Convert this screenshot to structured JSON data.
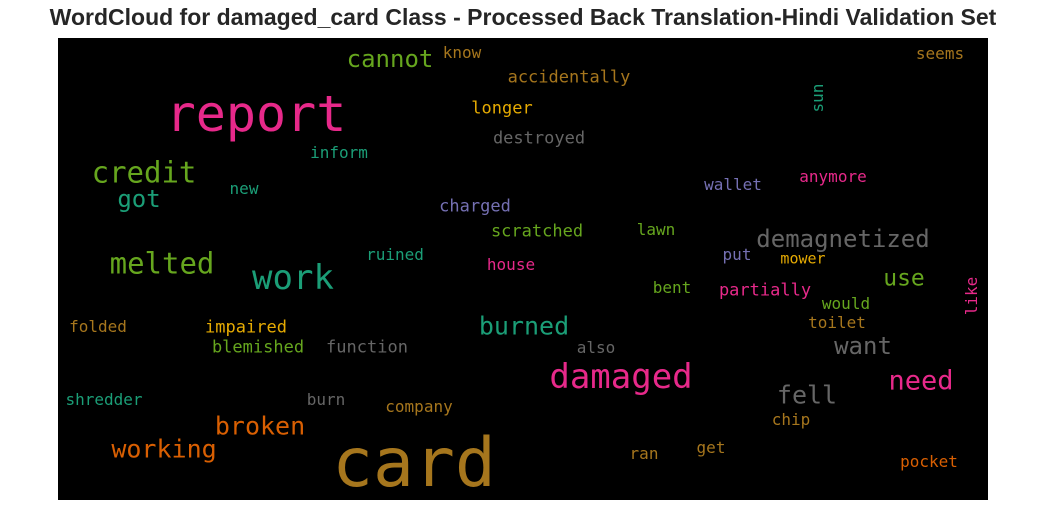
{
  "title": "WordCloud for damaged_card Class - Processed Back Translation-Hindi Validation Set",
  "chart_data": {
    "type": "wordcloud",
    "background": "#000000",
    "words": [
      {
        "text": "card",
        "color": "#a6761d",
        "weight": 1.0
      },
      {
        "text": "report",
        "color": "#e7298a",
        "weight": 0.74
      },
      {
        "text": "damaged",
        "color": "#e7298a",
        "weight": 0.5
      },
      {
        "text": "work",
        "color": "#1b9e77",
        "weight": 0.48
      },
      {
        "text": "melted",
        "color": "#66a61e",
        "weight": 0.42
      },
      {
        "text": "credit",
        "color": "#66a61e",
        "weight": 0.42
      },
      {
        "text": "demagnetized",
        "color": "#666666",
        "weight": 0.36
      },
      {
        "text": "need",
        "color": "#e7298a",
        "weight": 0.38
      },
      {
        "text": "burned",
        "color": "#1b9e77",
        "weight": 0.36
      },
      {
        "text": "working",
        "color": "#d95f02",
        "weight": 0.36
      },
      {
        "text": "broken",
        "color": "#d95f02",
        "weight": 0.35
      },
      {
        "text": "fell",
        "color": "#666666",
        "weight": 0.35
      },
      {
        "text": "cannot",
        "color": "#66a61e",
        "weight": 0.34
      },
      {
        "text": "want",
        "color": "#666666",
        "weight": 0.34
      },
      {
        "text": "got",
        "color": "#1b9e77",
        "weight": 0.34
      },
      {
        "text": "use",
        "color": "#66a61e",
        "weight": 0.33
      },
      {
        "text": "accidentally",
        "color": "#a6761d",
        "weight": 0.25
      },
      {
        "text": "longer",
        "color": "#e6ab02",
        "weight": 0.25
      },
      {
        "text": "destroyed",
        "color": "#666666",
        "weight": 0.25
      },
      {
        "text": "inform",
        "color": "#1b9e77",
        "weight": 0.24
      },
      {
        "text": "know",
        "color": "#a6761d",
        "weight": 0.23
      },
      {
        "text": "seems",
        "color": "#a6761d",
        "weight": 0.23
      },
      {
        "text": "sun",
        "color": "#1b9e77",
        "weight": 0.23
      },
      {
        "text": "anymore",
        "color": "#e7298a",
        "weight": 0.23
      },
      {
        "text": "wallet",
        "color": "#7570b3",
        "weight": 0.23
      },
      {
        "text": "new",
        "color": "#1b9e77",
        "weight": 0.23
      },
      {
        "text": "charged",
        "color": "#7570b3",
        "weight": 0.24
      },
      {
        "text": "scratched",
        "color": "#66a61e",
        "weight": 0.24
      },
      {
        "text": "lawn",
        "color": "#66a61e",
        "weight": 0.23
      },
      {
        "text": "ruined",
        "color": "#1b9e77",
        "weight": 0.23
      },
      {
        "text": "house",
        "color": "#e7298a",
        "weight": 0.23
      },
      {
        "text": "put",
        "color": "#7570b3",
        "weight": 0.23
      },
      {
        "text": "mower",
        "color": "#e6ab02",
        "weight": 0.22
      },
      {
        "text": "bent",
        "color": "#66a61e",
        "weight": 0.23
      },
      {
        "text": "partially",
        "color": "#e7298a",
        "weight": 0.24
      },
      {
        "text": "would",
        "color": "#66a61e",
        "weight": 0.23
      },
      {
        "text": "like",
        "color": "#e7298a",
        "weight": 0.23
      },
      {
        "text": "toilet",
        "color": "#a6761d",
        "weight": 0.23
      },
      {
        "text": "folded",
        "color": "#a6761d",
        "weight": 0.23
      },
      {
        "text": "impaired",
        "color": "#e6ab02",
        "weight": 0.24
      },
      {
        "text": "blemished",
        "color": "#66a61e",
        "weight": 0.24
      },
      {
        "text": "function",
        "color": "#666666",
        "weight": 0.24
      },
      {
        "text": "also",
        "color": "#666666",
        "weight": 0.23
      },
      {
        "text": "shredder",
        "color": "#1b9e77",
        "weight": 0.23
      },
      {
        "text": "burn",
        "color": "#666666",
        "weight": 0.23
      },
      {
        "text": "company",
        "color": "#a6761d",
        "weight": 0.23
      },
      {
        "text": "chip",
        "color": "#a6761d",
        "weight": 0.23
      },
      {
        "text": "ran",
        "color": "#a6761d",
        "weight": 0.23
      },
      {
        "text": "get",
        "color": "#a6761d",
        "weight": 0.23
      },
      {
        "text": "pocket",
        "color": "#d95f02",
        "weight": 0.23
      }
    ]
  }
}
